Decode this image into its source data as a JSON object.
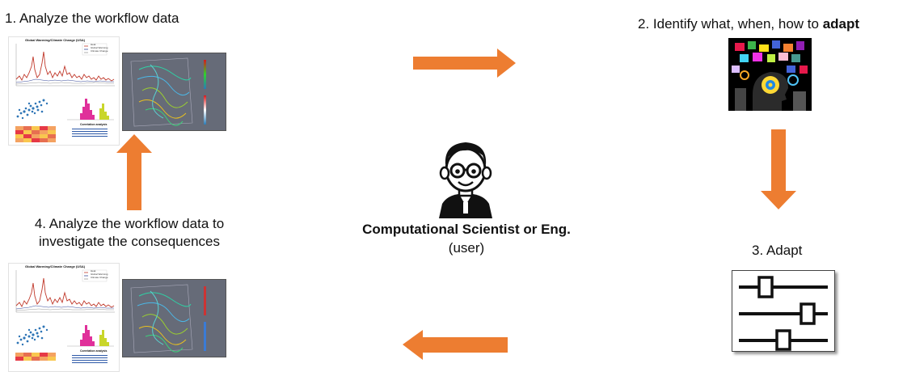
{
  "steps": {
    "s1": "1. Analyze the workflow data",
    "s2_prefix": "2. Identify what, when, how to ",
    "s2_bold": "adapt",
    "s3": "3. Adapt",
    "s4_line1": "4. Analyze the workflow data to",
    "s4_line2": "investigate the consequences"
  },
  "user": {
    "title": "Computational Scientist or Eng.",
    "subtitle": "(user)"
  },
  "thumbnail": {
    "chart_title": "Global Warming/Climate Change  (USA)",
    "legend": [
      "Heat",
      "Global Warming",
      "Climate Change"
    ],
    "correlation_label": "Correlation analysis"
  },
  "colors": {
    "arrow": "#ED7D31",
    "line_red": "#c0392b",
    "scatter_blue": "#2e75b6",
    "hist_pink": "#e0309a",
    "hist_yellow": "#c9d62b"
  },
  "icons": {
    "user": "scientist-avatar-icon",
    "adapt": "sliders-icon",
    "identify": "brain-puzzle-icon"
  }
}
